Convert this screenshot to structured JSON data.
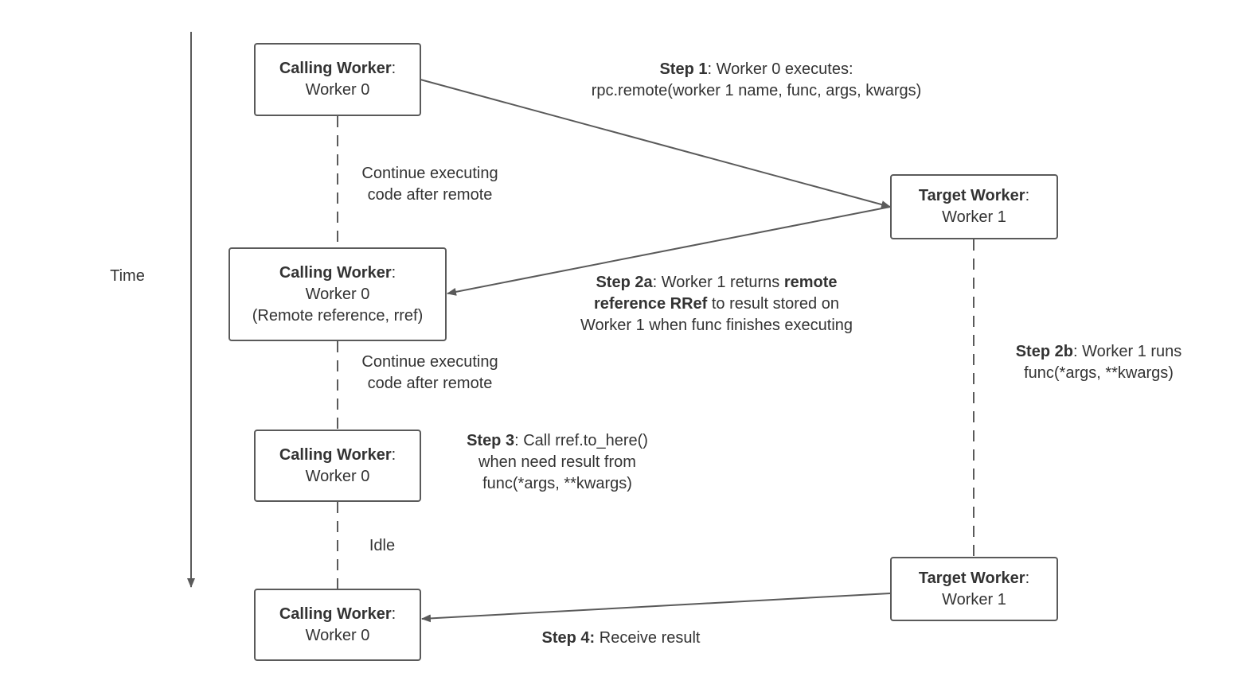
{
  "axis": {
    "label": "Time"
  },
  "boxes": {
    "calling_1": {
      "role": "Calling Worker",
      "sep": ":",
      "name": "Worker 0"
    },
    "calling_2": {
      "role": "Calling Worker",
      "sep": ":",
      "name": "Worker 0",
      "extra": "(Remote reference, rref)"
    },
    "calling_3": {
      "role": "Calling Worker",
      "sep": ":",
      "name": "Worker 0"
    },
    "calling_4": {
      "role": "Calling Worker",
      "sep": ":",
      "name": "Worker 0"
    },
    "target_1": {
      "role": "Target Worker",
      "sep": ":",
      "name": "Worker 1"
    },
    "target_2": {
      "role": "Target Worker",
      "sep": ":",
      "name": "Worker 1"
    }
  },
  "steps": {
    "step1": {
      "bold": "Step 1",
      "rest": ": Worker 0 executes:",
      "line2": "rpc.remote(worker 1 name, func, args, kwargs)"
    },
    "step2a": {
      "bold": "Step 2a",
      "mid": ": Worker 1 returns ",
      "bold2": "remote",
      "line2_bold": "reference RRef",
      "line2_rest": " to result stored on",
      "line3": "Worker 1 when func finishes executing"
    },
    "step2b": {
      "bold": "Step 2b",
      "rest": ": Worker 1 runs",
      "line2": "func(*args, **kwargs)"
    },
    "step3": {
      "bold": "Step 3",
      "rest": ": Call rref.to_here()",
      "line2": "when need result from",
      "line3": "func(*args, **kwargs)"
    },
    "step4": {
      "bold": "Step 4:",
      "rest": " Receive result"
    }
  },
  "notes": {
    "continue_1": {
      "line1": "Continue executing",
      "line2": "code after remote"
    },
    "continue_2": {
      "line1": "Continue executing",
      "line2": "code after remote"
    },
    "idle": "Idle"
  },
  "colors": {
    "stroke": "#5a5a5a",
    "text": "#333333"
  }
}
